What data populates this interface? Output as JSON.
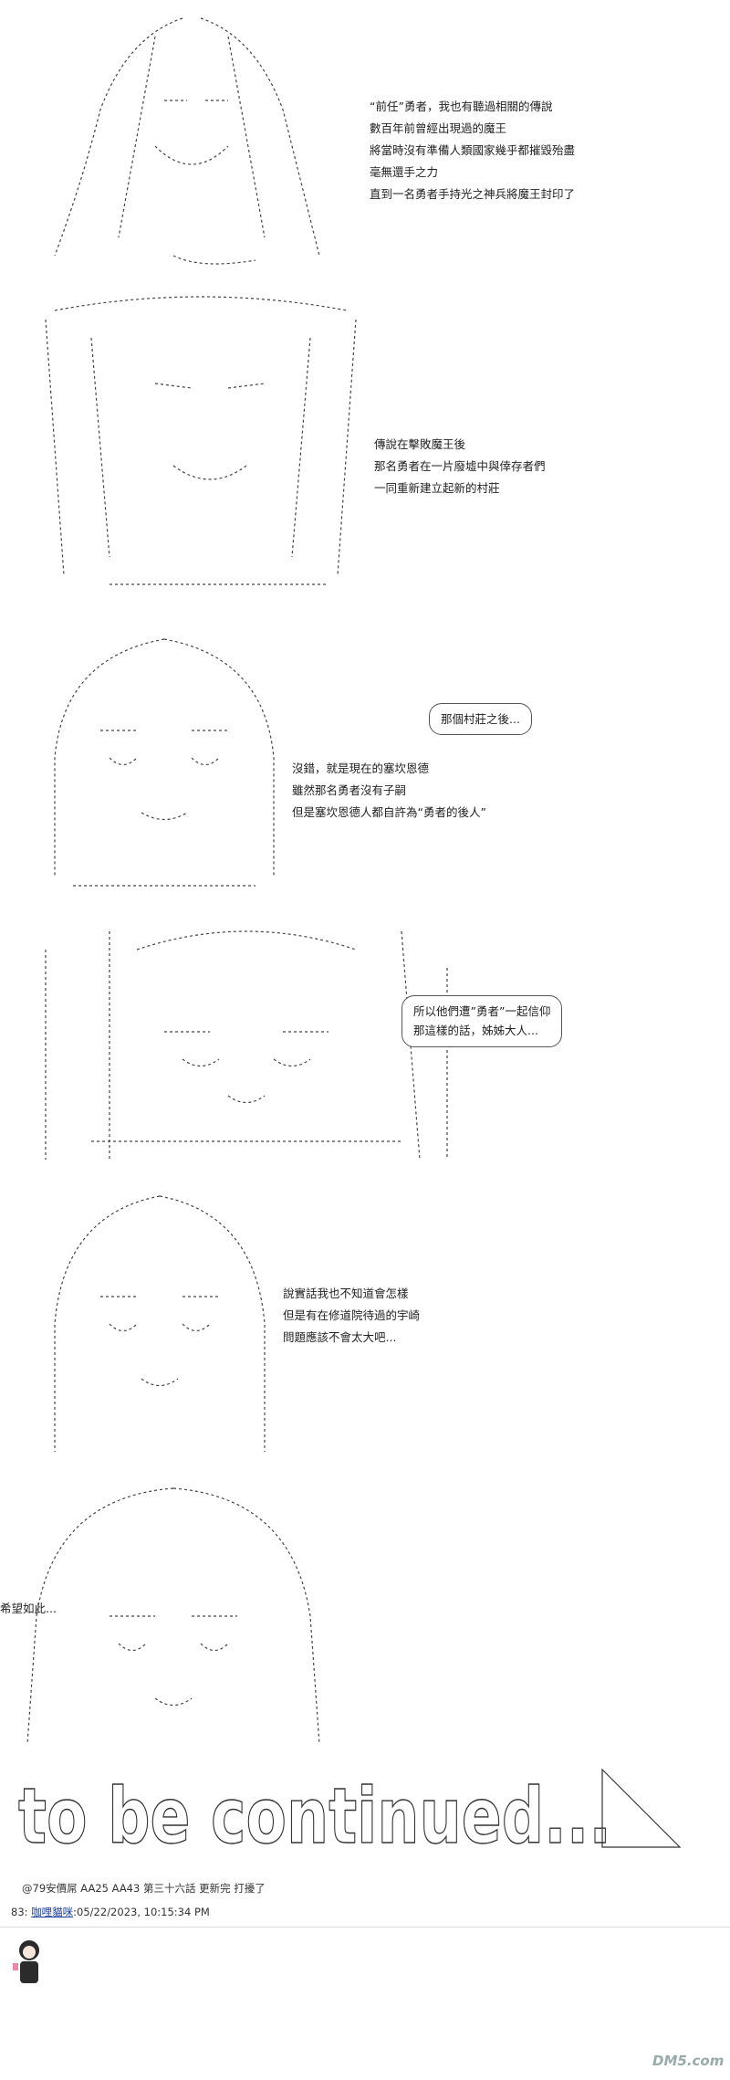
{
  "panels": [
    {
      "lines": [
        "“前任”勇者，我也有聽過相關的傳說",
        "數百年前曾經出現過的魔王",
        "將當時沒有準備人類國家幾乎都摧毀殆盡",
        "毫無還手之力",
        "直到一名勇者手持光之神兵將魔王封印了"
      ]
    },
    {
      "lines": [
        "傳說在擊敗魔王後",
        "那名勇者在一片廢墟中與倖存者們",
        "一同重新建立起新的村莊"
      ]
    },
    {
      "bubble": "那個村莊之後...",
      "lines": [
        "沒錯，就是現在的塞坎恩德",
        "雖然那名勇者沒有子嗣",
        "但是塞坎恩德人都自許為“勇者的後人”"
      ]
    },
    {
      "bubble_lines": [
        "所以他們遭”勇者”一起信仰",
        "那這樣的話，姊姊大人..."
      ]
    },
    {
      "lines": [
        "說實話我也不知道會怎樣",
        "但是有在修道院待過的宇崎",
        "問題應該不會太大吧..."
      ]
    },
    {
      "lines": [
        "希望如此..."
      ]
    }
  ],
  "tbc_text": "to be continued...",
  "footer": {
    "line1": "@79安價屌 AA25 AA43 第三十六話 更新完 打擾了",
    "post_no": "83:",
    "username": "咖哩貓咪",
    "timestamp": ":05/22/2023, 10:15:34 PM"
  },
  "watermark": "DM5.com"
}
